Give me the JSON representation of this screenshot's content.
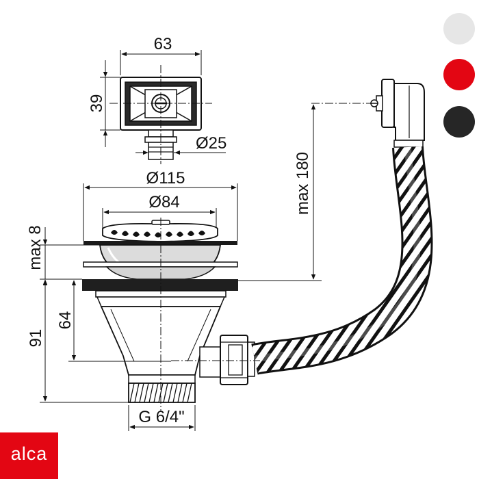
{
  "dimensions": {
    "top_width": "63",
    "top_height": "39",
    "overflow_diameter": "Ø25",
    "flange_diameter": "Ø115",
    "strainer_diameter": "Ø84",
    "max_sink_thickness": "max 8",
    "overflow_height": "max 180",
    "outlet_depth": "64",
    "total_depth": "91",
    "thread": "G 6/4\""
  },
  "brand": {
    "logo_text": "alca",
    "color": "#e30613"
  },
  "color_options": [
    {
      "name": "white",
      "hex": "#e6e6e6"
    },
    {
      "name": "red",
      "hex": "#e30613"
    },
    {
      "name": "black",
      "hex": "#262626"
    }
  ]
}
